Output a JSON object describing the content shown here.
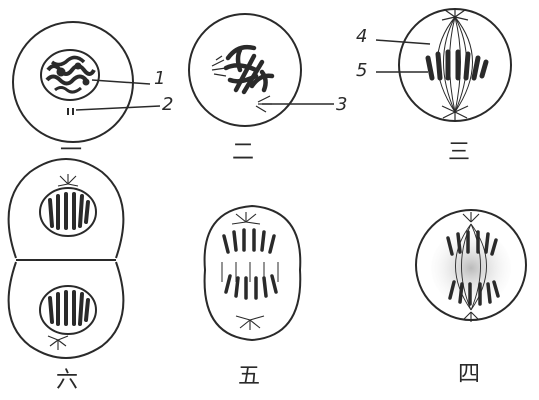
{
  "stage_labels": {
    "s1": "一",
    "s2": "二",
    "s3": "三",
    "s4": "四",
    "s5": "五",
    "s6": "六"
  },
  "part_labels": {
    "p1": "1",
    "p2": "2",
    "p3": "3",
    "p4": "4",
    "p5": "5"
  },
  "colors": {
    "ink": "#2a2a2a",
    "paper": "#ffffff"
  }
}
